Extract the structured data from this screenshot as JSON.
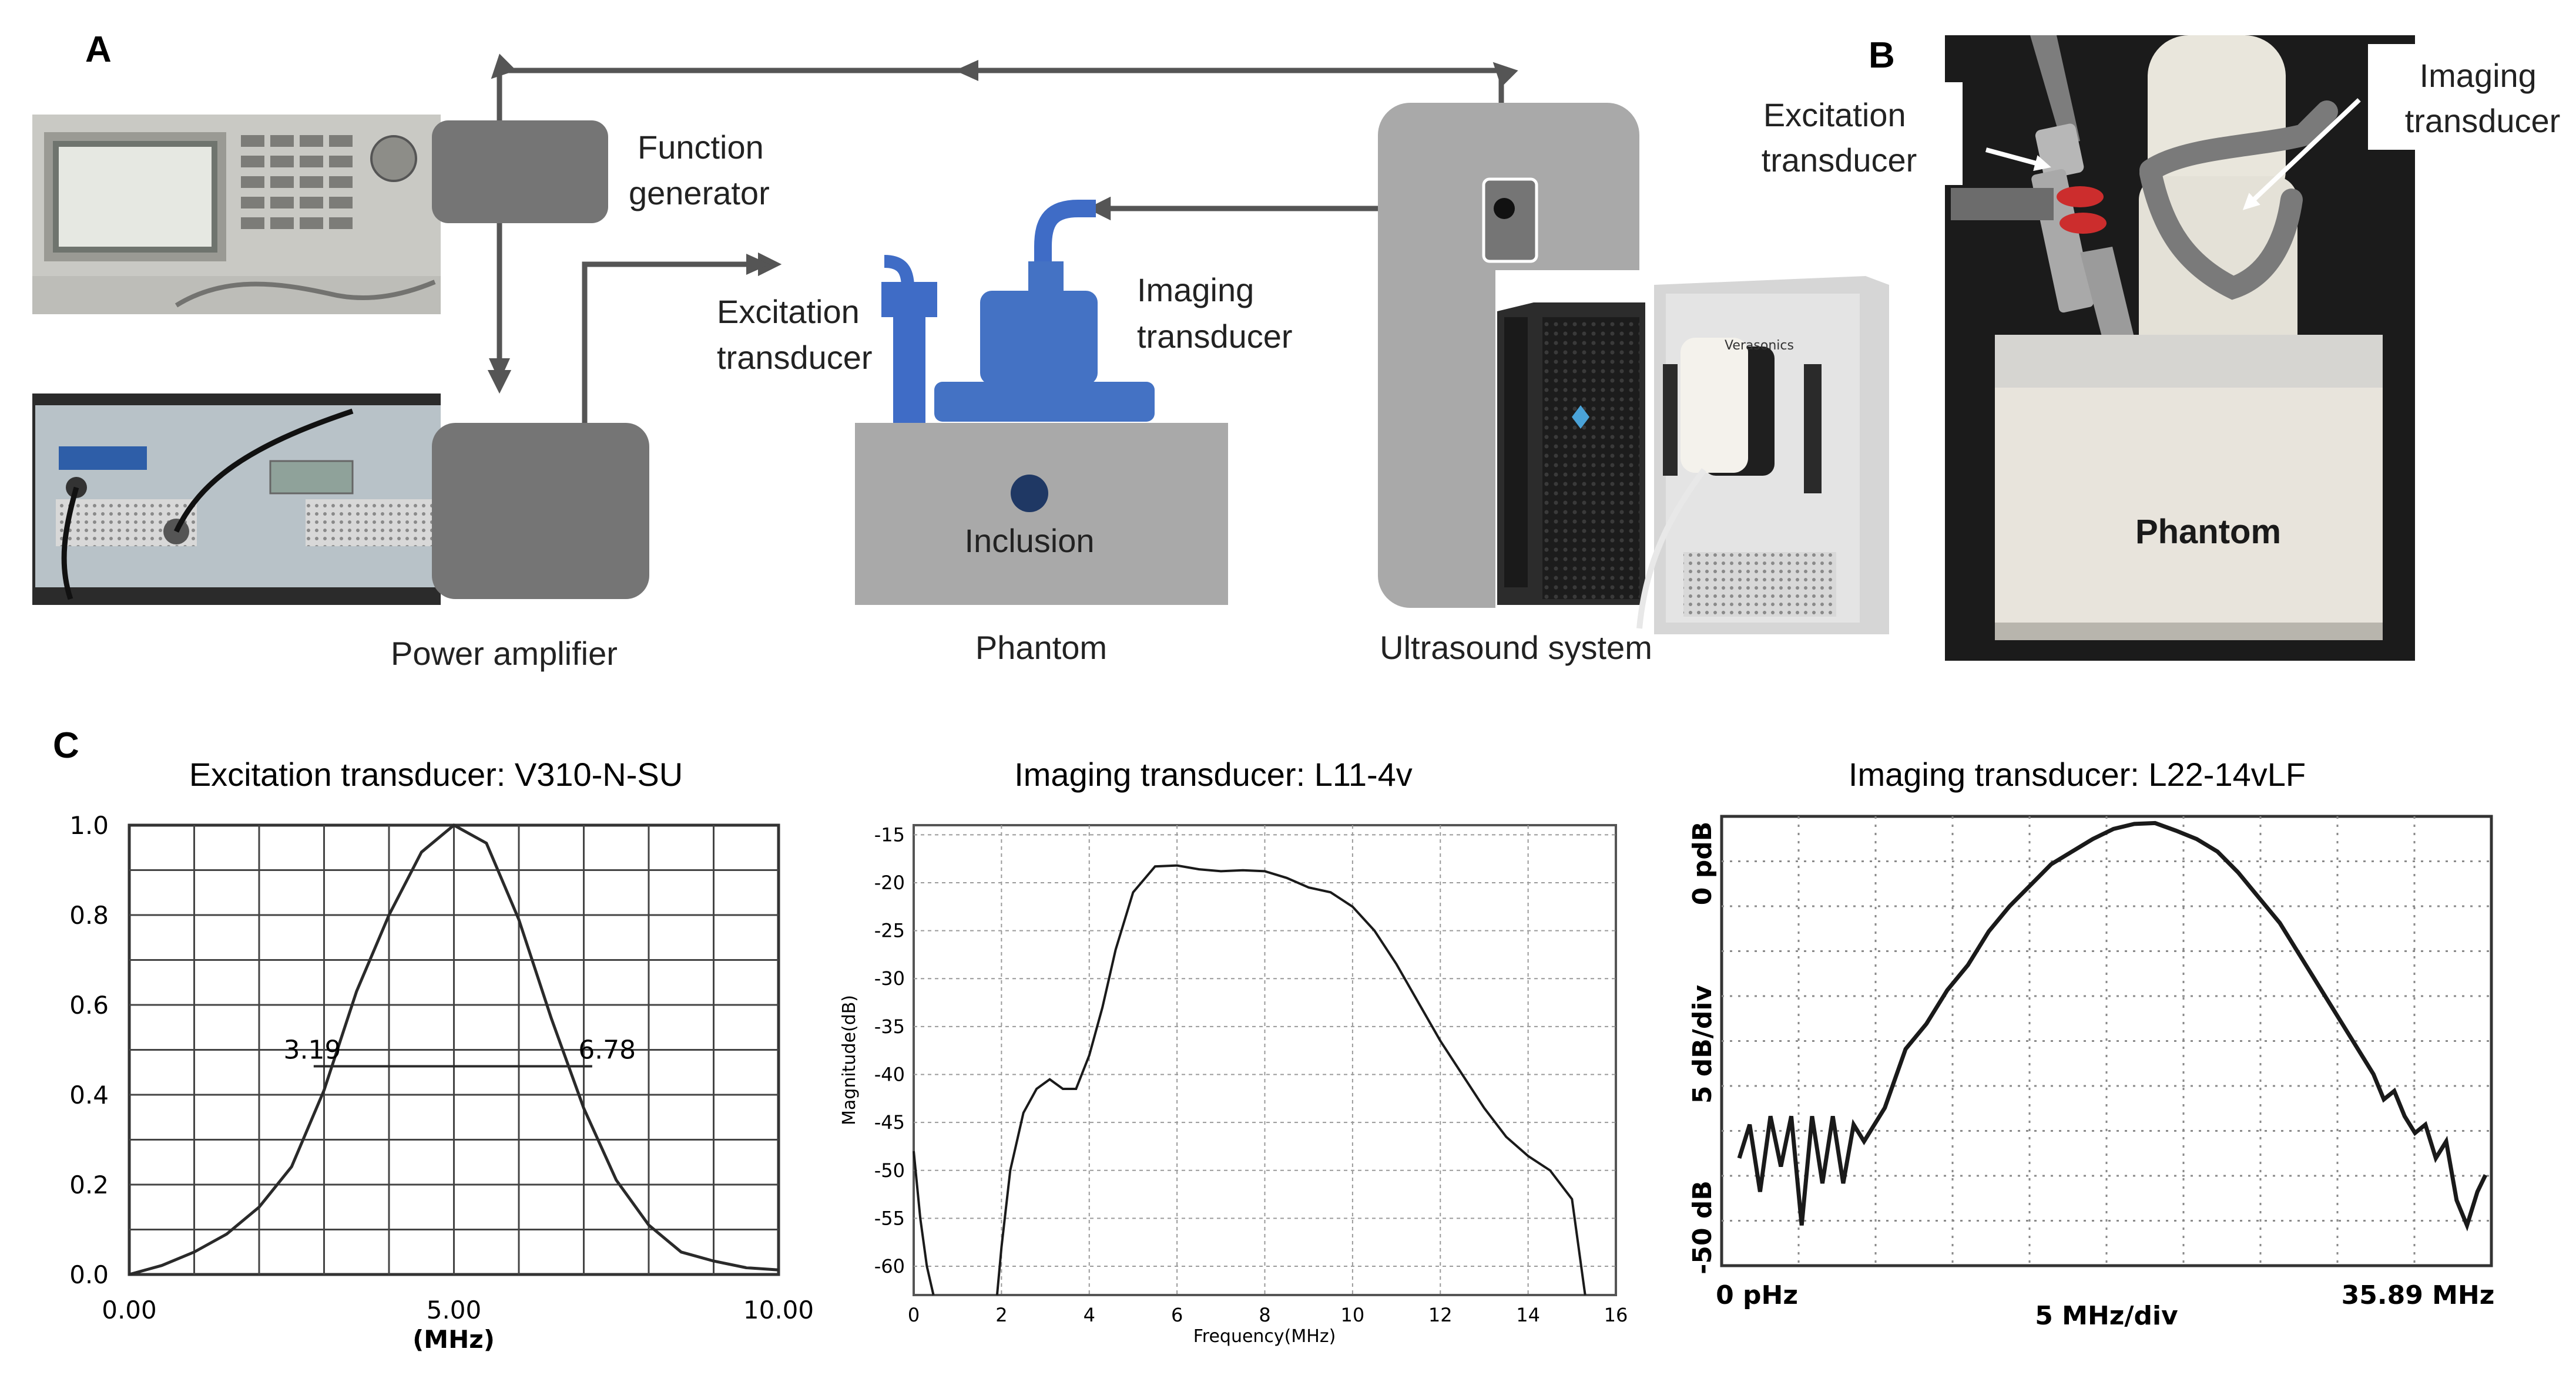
{
  "panels": {
    "a": "A",
    "b": "B",
    "c": "C"
  },
  "setup": {
    "function_generator": [
      "Function",
      "generator"
    ],
    "power_amplifier": "Power amplifier",
    "excitation_transducer": [
      "Excitation",
      "transducer"
    ],
    "imaging_transducer": [
      "Imaging",
      "transducer"
    ],
    "inclusion": "Inclusion",
    "phantom": "Phantom",
    "ultrasound_system": "Ultrasound system"
  },
  "photo": {
    "excitation_transducer": [
      "Excitation",
      "transducer"
    ],
    "imaging_transducer": [
      "Imaging",
      "transducer"
    ],
    "phantom": "Phantom"
  },
  "chart_data": [
    {
      "type": "line",
      "title": "Excitation transducer: V310-N-SU",
      "xlabel": "(MHz)",
      "ylabel": "",
      "xlim": [
        0,
        10
      ],
      "ylim": [
        0,
        1
      ],
      "x_ticks": [
        "0.00",
        "5.00",
        "10.00"
      ],
      "y_ticks": [
        "0.0",
        "0.2",
        "0.4",
        "0.6",
        "0.8",
        "1.0"
      ],
      "annotations": [
        "3.19",
        "6.78"
      ],
      "half_band": {
        "y": 0.5,
        "x_from": 3.19,
        "x_to": 6.78
      },
      "grid": true,
      "x": [
        0,
        0.5,
        1,
        1.5,
        2,
        2.5,
        3,
        3.5,
        4,
        4.5,
        5,
        5.5,
        6,
        6.5,
        7,
        7.5,
        8,
        8.5,
        9,
        9.5,
        10
      ],
      "y": [
        0.0,
        0.02,
        0.05,
        0.09,
        0.15,
        0.24,
        0.41,
        0.63,
        0.8,
        0.94,
        1.0,
        0.96,
        0.79,
        0.57,
        0.37,
        0.21,
        0.11,
        0.05,
        0.03,
        0.015,
        0.01
      ]
    },
    {
      "type": "line",
      "title": "Imaging transducer: L11-4v",
      "xlabel": "Frequency(MHz)",
      "ylabel": "Magnitude(dB)",
      "xlim": [
        0,
        16
      ],
      "ylim": [
        -63,
        -14
      ],
      "x_ticks": [
        "0",
        "2",
        "4",
        "6",
        "8",
        "10",
        "12",
        "14",
        "16"
      ],
      "y_ticks": [
        "-15",
        "-20",
        "-25",
        "-30",
        "-35",
        "-40",
        "-45",
        "-50",
        "-55",
        "-60"
      ],
      "grid": true,
      "segments": [
        {
          "x": [
            0,
            0.15,
            0.3,
            0.45
          ],
          "y": [
            -48,
            -55,
            -60,
            -63
          ]
        },
        {
          "x": [
            1.9,
            2.0,
            2.2,
            2.5,
            2.8,
            3.1,
            3.4,
            3.7,
            4.0,
            4.3,
            4.6,
            5.0,
            5.5,
            6.0,
            6.5,
            7.0,
            7.5,
            8.0,
            8.5,
            9.0,
            9.5,
            10.0,
            10.5,
            11.0,
            11.5,
            12.0,
            12.5,
            13.0,
            13.5,
            14.0,
            14.5,
            15.0,
            15.3
          ],
          "y": [
            -63,
            -58,
            -50,
            -44,
            -41.5,
            -40.5,
            -41.5,
            -41.5,
            -38,
            -33,
            -27,
            -21,
            -18.3,
            -18.2,
            -18.6,
            -18.8,
            -18.7,
            -18.8,
            -19.5,
            -20.5,
            -21.0,
            -22.5,
            -25,
            -28.5,
            -32.5,
            -36.5,
            -40,
            -43.5,
            -46.5,
            -48.5,
            -50,
            -53,
            -63
          ]
        }
      ]
    },
    {
      "type": "line",
      "title": "Imaging transducer: L22-14vLF",
      "xlabel": "5 MHz/div",
      "ylabel": "5 dB/div",
      "x_ticks": [
        "0 pHz",
        "35.89 MHz"
      ],
      "y_ticks": [
        "0 pdB",
        "-50 dB"
      ],
      "x_unit": "MHz",
      "y_unit": "dB",
      "xlim": [
        0,
        35.89
      ],
      "ylim": [
        -50,
        0
      ],
      "grid": true,
      "x": [
        0,
        0.5,
        1,
        1.5,
        2,
        2.5,
        3,
        3.5,
        4,
        4.5,
        5,
        5.5,
        6,
        7,
        8,
        9,
        10,
        11,
        12,
        13,
        14,
        15,
        16,
        17,
        18,
        19,
        20,
        21,
        22,
        23,
        24,
        25,
        26,
        27,
        28,
        29,
        30,
        30.5,
        31,
        31.5,
        32,
        32.5,
        33,
        33.5,
        34,
        34.5,
        35,
        35.5,
        35.89
      ],
      "y": [
        -40,
        -36,
        -44,
        -35,
        -41,
        -35,
        -48,
        -35,
        -43,
        -35,
        -43,
        -36,
        -38,
        -34,
        -27,
        -24,
        -20,
        -17,
        -13,
        -10,
        -7.5,
        -5,
        -3.5,
        -2,
        -0.8,
        -0.2,
        -0.1,
        -1,
        -2,
        -3.5,
        -6,
        -9,
        -12,
        -16,
        -20,
        -24,
        -28,
        -30,
        -33,
        -32,
        -35,
        -37,
        -36,
        -40,
        -38,
        -45,
        -48,
        -44,
        -42
      ]
    }
  ]
}
